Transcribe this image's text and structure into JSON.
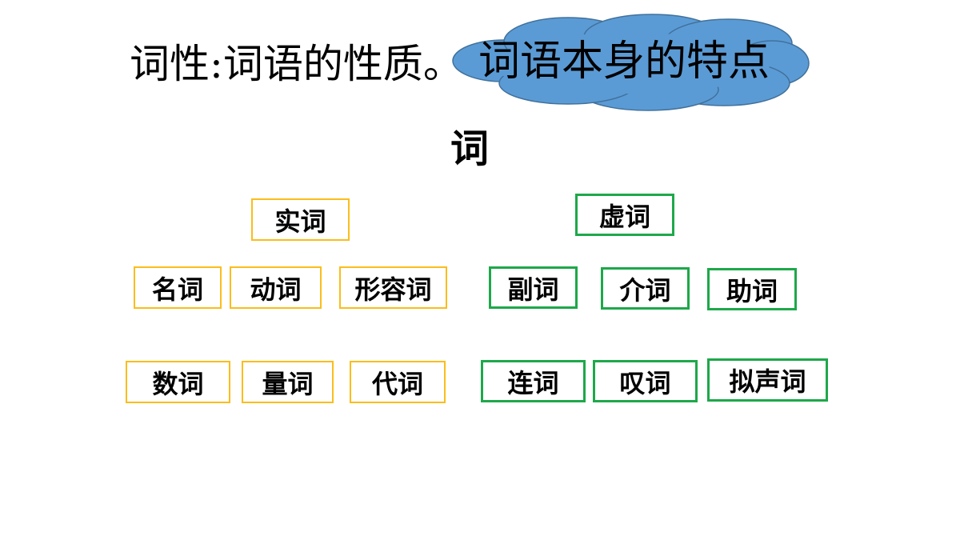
{
  "title": "词性:词语的性质。",
  "cloud_text": "词语本身的特点",
  "root": "词",
  "colors": {
    "cloud_fill": "#5b9bd5",
    "cloud_stroke": "#41719c",
    "shici_border": "#fbbd1c",
    "xuci_border": "#1ea84a"
  },
  "shici": {
    "label": "实词",
    "items": [
      "名词",
      "动词",
      "形容词",
      "数词",
      "量词",
      "代词"
    ]
  },
  "xuci": {
    "label": "虚词",
    "items": [
      "副词",
      "介词",
      "助词",
      "连词",
      "叹词",
      "拟声词"
    ]
  }
}
